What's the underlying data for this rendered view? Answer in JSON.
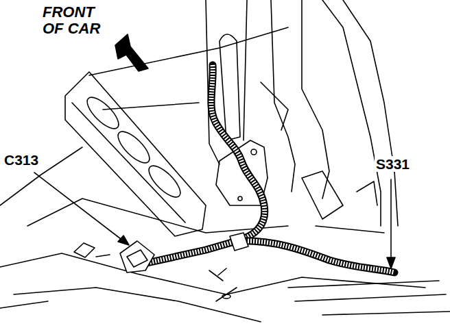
{
  "diagram": {
    "labels": [
      "FRONT OF CAR",
      "C313",
      "S331"
    ]
  }
}
